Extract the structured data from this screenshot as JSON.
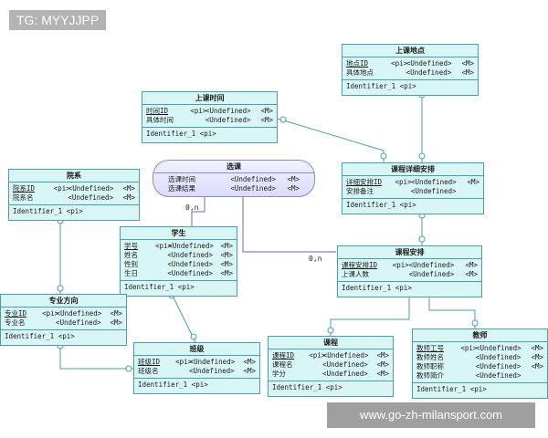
{
  "watermark_top": "TG: MYYJJPP",
  "watermark_bottom": "www.go-zh-milansport.com",
  "cardinality": {
    "xuanke_left": "0,n",
    "xuanke_right": "0,n"
  },
  "entities": {
    "shangke_didian": {
      "title": "上课地点",
      "attrs": [
        {
          "name": "地点ID",
          "key": "<pi>",
          "type": "<Undefined>",
          "mand": "<M>",
          "pk": true
        },
        {
          "name": "具体地点",
          "key": "",
          "type": "<Undefined>",
          "mand": "<M>",
          "pk": false
        }
      ],
      "identifier": "Identifier_1  <pi>"
    },
    "shangke_shijian": {
      "title": "上课时间",
      "attrs": [
        {
          "name": "时间ID",
          "key": "<pi>",
          "type": "<Undefined>",
          "mand": "<M>",
          "pk": true
        },
        {
          "name": "具体时间",
          "key": "",
          "type": "<Undefined>",
          "mand": "<M>",
          "pk": false
        }
      ],
      "identifier": "Identifier_1  <pi>"
    },
    "kecheng_xiangxi": {
      "title": "课程详细安排",
      "attrs": [
        {
          "name": "详细安排ID",
          "key": "<pi>",
          "type": "<Undefined>",
          "mand": "<M>",
          "pk": true
        },
        {
          "name": "安排备注",
          "key": "",
          "type": "<Undefined>",
          "mand": "",
          "pk": false
        }
      ],
      "identifier": "Identifier_1  <pi>"
    },
    "yuanxi": {
      "title": "院系",
      "attrs": [
        {
          "name": "院系ID",
          "key": "<pi>",
          "type": "<Undefined>",
          "mand": "<M>",
          "pk": true
        },
        {
          "name": "院系名",
          "key": "",
          "type": "<Undefined>",
          "mand": "<M>",
          "pk": false
        }
      ],
      "identifier": "Identifier_1  <pi>"
    },
    "xuesheng": {
      "title": "学生",
      "attrs": [
        {
          "name": "学号",
          "key": "<pi>",
          "type": "<Undefined>",
          "mand": "<M>",
          "pk": true
        },
        {
          "name": "姓名",
          "key": "",
          "type": "<Undefined>",
          "mand": "<M>",
          "pk": false
        },
        {
          "name": "性别",
          "key": "",
          "type": "<Undefined>",
          "mand": "<M>",
          "pk": false
        },
        {
          "name": "生日",
          "key": "",
          "type": "<Undefined>",
          "mand": "<M>",
          "pk": false
        }
      ],
      "identifier": "Identifier_1  <pi>"
    },
    "kecheng_anpai": {
      "title": "课程安排",
      "attrs": [
        {
          "name": "课程安排ID",
          "key": "<pi>",
          "type": "<Undefined>",
          "mand": "<M>",
          "pk": true
        },
        {
          "name": "上课人数",
          "key": "",
          "type": "<Undefined>",
          "mand": "<M>",
          "pk": false
        }
      ],
      "identifier": "Identifier_1  <pi>"
    },
    "zhuanye": {
      "title": "专业方向",
      "attrs": [
        {
          "name": "专业ID",
          "key": "<pi>",
          "type": "<Undefined>",
          "mand": "<M>",
          "pk": true
        },
        {
          "name": "专业名",
          "key": "",
          "type": "<Undefined>",
          "mand": "<M>",
          "pk": false
        }
      ],
      "identifier": "Identifier_1  <pi>"
    },
    "banji": {
      "title": "班级",
      "attrs": [
        {
          "name": "班级ID",
          "key": "<pi>",
          "type": "<Undefined>",
          "mand": "<M>",
          "pk": true
        },
        {
          "name": "班级名",
          "key": "",
          "type": "<Undefined>",
          "mand": "<M>",
          "pk": false
        }
      ],
      "identifier": "Identifier_1  <pi>"
    },
    "kecheng": {
      "title": "课程",
      "attrs": [
        {
          "name": "课程ID",
          "key": "<pi>",
          "type": "<Undefined>",
          "mand": "<M>",
          "pk": true
        },
        {
          "name": "课程名",
          "key": "",
          "type": "<Undefined>",
          "mand": "<M>",
          "pk": false
        },
        {
          "name": "学分",
          "key": "",
          "type": "<Undefined>",
          "mand": "<M>",
          "pk": false
        }
      ],
      "identifier": "Identifier_1  <pi>"
    },
    "jiaoshi": {
      "title": "教师",
      "attrs": [
        {
          "name": "教师工号",
          "key": "<pi>",
          "type": "<Undefined>",
          "mand": "<M>",
          "pk": true
        },
        {
          "name": "教师姓名",
          "key": "",
          "type": "<Undefined>",
          "mand": "<M>",
          "pk": false
        },
        {
          "name": "教师职称",
          "key": "",
          "type": "<Undefined>",
          "mand": "<M>",
          "pk": false
        },
        {
          "name": "教师简介",
          "key": "",
          "type": "<Undefined>",
          "mand": "",
          "pk": false
        }
      ],
      "identifier": "Identifier_1  <pi>"
    }
  },
  "relationship": {
    "title": "选课",
    "attrs": [
      {
        "name": "选课时间",
        "type": "<Undefined>",
        "mand": "<M>"
      },
      {
        "name": "选课结果",
        "type": "<Undefined>",
        "mand": "<M>"
      }
    ]
  }
}
